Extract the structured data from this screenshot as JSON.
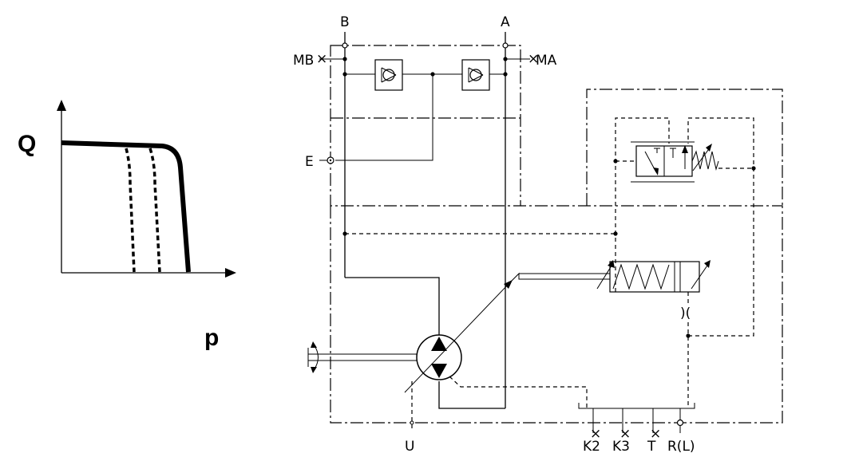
{
  "graph": {
    "y_axis_label": "Q",
    "x_axis_label": "p"
  },
  "ports": {
    "b": "B",
    "a": "A",
    "mb": "MB",
    "ma": "MA",
    "e": "E",
    "u": "U",
    "k2": "K2",
    "k3": "K3",
    "t": "T",
    "r": "R(L)"
  }
}
